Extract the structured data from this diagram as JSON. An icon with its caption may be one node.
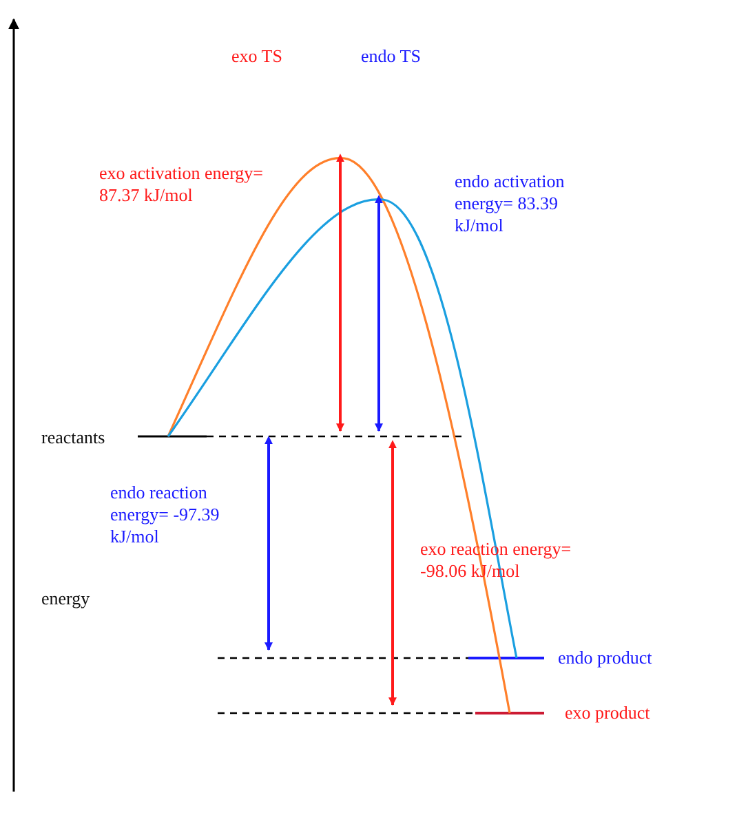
{
  "diagram": {
    "labels": [
      "exo TS",
      "endo TS",
      "exo activation energy= 87.37 kJ/mol",
      "endo activation energy= 83.39 kJ/mol",
      "reactants",
      "endo reaction energy= -97.39 kJ/mol",
      "exo reaction energy= -98.06 kJ/mol",
      "energy",
      "endo product",
      "exo product"
    ]
  }
}
